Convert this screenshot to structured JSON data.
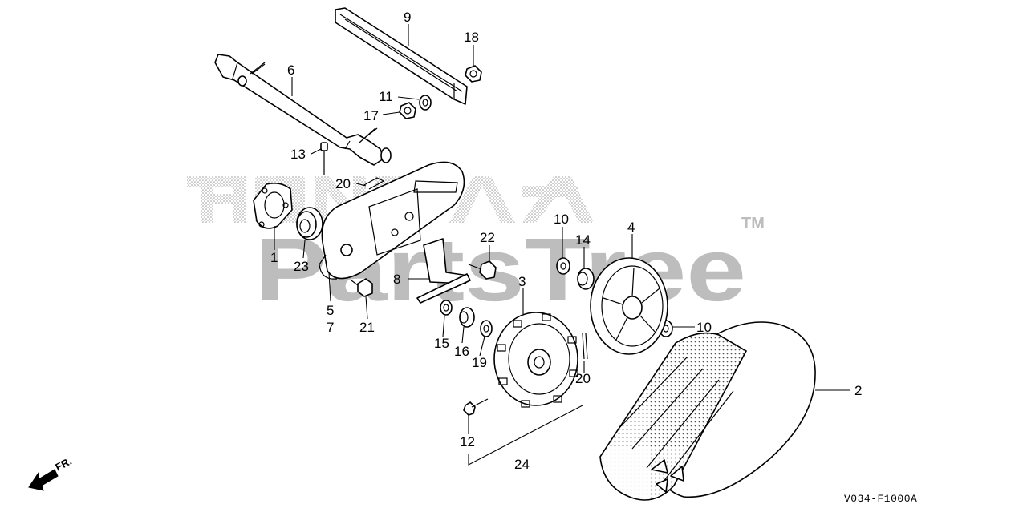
{
  "watermark": {
    "brand_text": "PartsTree",
    "trademark": "TM",
    "logo_lettering": "HONDA"
  },
  "diagram_code": "V034-F1000A",
  "front_indicator": "FR.",
  "callouts": {
    "c1": "1",
    "c2": "2",
    "c3": "3",
    "c4": "4",
    "c5": "5",
    "c6": "6",
    "c7": "7",
    "c8": "8",
    "c9": "9",
    "c10a": "10",
    "c10b": "10",
    "c11": "11",
    "c12": "12",
    "c13": "13",
    "c14": "14",
    "c15": "15",
    "c16": "16",
    "c17": "17",
    "c18": "18",
    "c19": "19",
    "c20a": "20",
    "c20b": "20",
    "c21": "21",
    "c22": "22",
    "c23": "23",
    "c24": "24"
  },
  "colors": {
    "ink": "#000000",
    "watermark": "#bdbdbd",
    "background": "#ffffff"
  }
}
